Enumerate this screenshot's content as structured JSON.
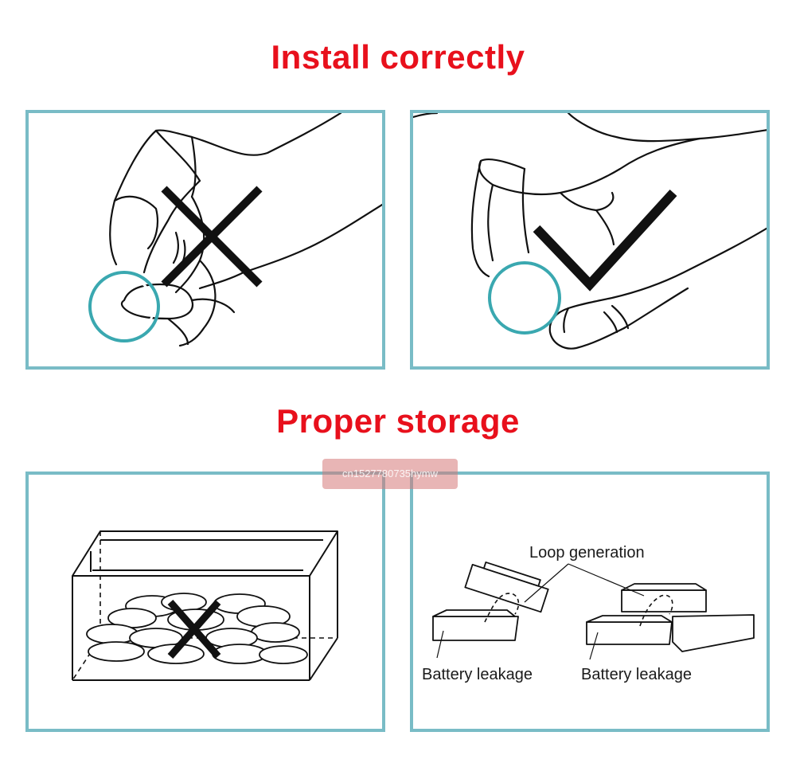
{
  "headings": {
    "install": "Install correctly",
    "storage": "Proper storage"
  },
  "panels": {
    "incorrect_grip": {
      "mark": "cross-mark-icon"
    },
    "correct_grip": {
      "mark": "check-mark-icon"
    },
    "loose_storage": {
      "mark": "cross-mark-icon"
    },
    "stacking": {
      "loop_label": "Loop generation",
      "leakage_label_left": "Battery leakage",
      "leakage_label_right": "Battery leakage"
    }
  },
  "watermark": "cn1527780735hymw",
  "colors": {
    "heading": "#e8101c",
    "panel_border": "#79bcc6",
    "battery_ring": "#3aa8b0",
    "mark": "#111111"
  }
}
